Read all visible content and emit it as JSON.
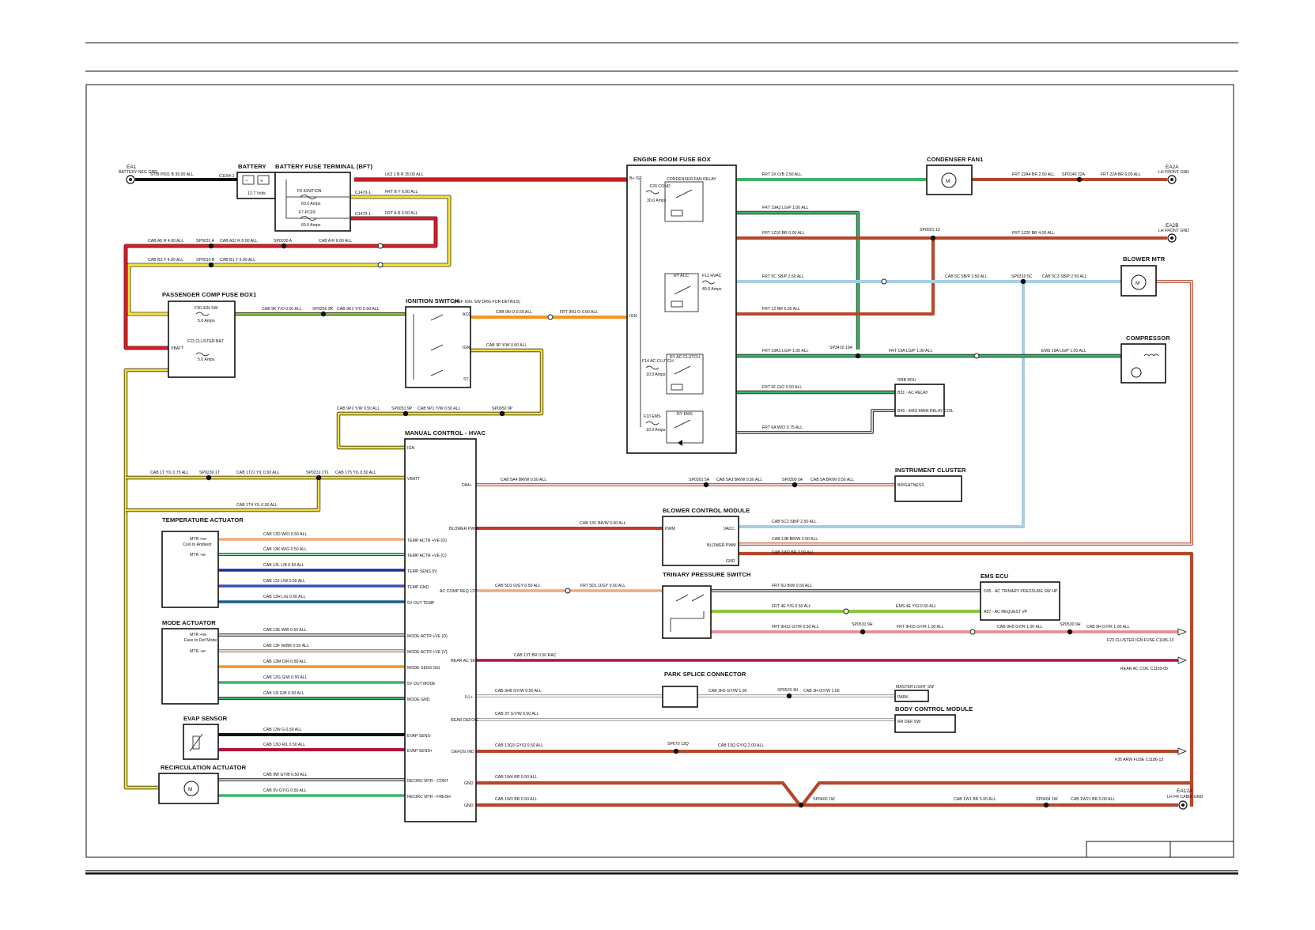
{
  "grounds": {
    "ea1": {
      "ref": "EA1",
      "label": "BATTERY NEG GND"
    },
    "ea2a": {
      "ref": "EA2A",
      "label": "LH FRONT GND"
    },
    "ea2b": {
      "ref": "EA2B",
      "label": "LH FRONT GND"
    },
    "ea12a": {
      "ref": "EA12A",
      "label": "LH FR CABIN GND"
    }
  },
  "components": {
    "battery": {
      "title": "BATTERY",
      "volts": "12.7 Volts",
      "conn": "C1164-1"
    },
    "bft": {
      "title": "BATTERY FUSE TERMINAL (BFT)",
      "f6": "F6 IGNITION",
      "f6_amps": "60.0 Amps",
      "f7": "F7 PCF9",
      "f7_amps": "60.0 Amps",
      "c1": "C1470-1",
      "c2": "C1470-1"
    },
    "engine_fuse_box": {
      "title": "ENGINE ROOM FUSE BOX",
      "f26": "F26 COND",
      "f26_amps": "30.0 Amps",
      "relay1": "CONDENSER FAN RELAY",
      "f12": "F12 HVAC",
      "f12_amps": "40.0 Amps",
      "relay2": "RY ACC",
      "f14": "F14 AC CLUTCH",
      "f14_amps": "10.0 Amps",
      "relay3": "RY AC CLUTCH",
      "f10": "F10 EMS",
      "f10_amps": "10.0 Amps",
      "relay4": "RY EMS",
      "bp": "B+ ISF",
      "ign": "IGN"
    },
    "condenser_fan": {
      "title": "CONDENSER FAN1"
    },
    "blower_motor": {
      "title": "BLOWER MTR"
    },
    "compressor": {
      "title": "COMPRESSOR"
    },
    "pass_fuse_box": {
      "title": "PASSENGER COMP FUSE BOX1",
      "f30": "F30 IGN SW",
      "f30_amps": "5.0 Amps",
      "f23": "F23 CLUSTER BAT",
      "f23_amps": "5.0 Amps",
      "vbatt": "VBATT"
    },
    "ignition_switch": {
      "title": "IGNITION SWITCH",
      "note": "(REF IGN. SW DRG FOR DETAILS)",
      "acc": "ACC",
      "ign": "IGN",
      "st": "ST"
    },
    "manual_control": {
      "title": "MANUAL CONTROL - HVAC"
    },
    "instrument_cluster": {
      "title": "INSTRUMENT CLUSTER",
      "pin": "BRIGHTNESS"
    },
    "blower_control": {
      "title": "BLOWER CONTROL MODULE",
      "pwm": "PWM",
      "vacc": "VACC",
      "blower_pwm": "BLOWER PWM",
      "gnd": "GND"
    },
    "trinary": {
      "title": "TRINARY PRESSURE SWITCH"
    },
    "ems_ecu": {
      "title": "EMS ECU",
      "p1": "D05 - AC TRINARY PRESSURE SW HP",
      "p2": "A57 - AC REQUEST I/P"
    },
    "park_splice": {
      "title": "PARK SPLICE CONNECTOR"
    },
    "body_control": {
      "title": "BODY CONTROL MODULE",
      "pin": "RR DEF SW"
    },
    "temp_actuator": {
      "title": "TEMPERATURE ACTUATOR",
      "mtr1": "MTR +ve",
      "mtr1b": "Cool to Ambient",
      "mtr2": "MTR -ve"
    },
    "mode_actuator": {
      "title": "MODE ACTUATOR",
      "mtr1": "MTR +ve",
      "mtr1b": "Face to Def Mode",
      "mtr2": "MTR -ve"
    },
    "evap_sensor": {
      "title": "EVAP SENSOR"
    },
    "recirc_actuator": {
      "title": "RECIRCULATION ACTUATOR"
    },
    "ems_relay": {
      "title": "RRB RDU",
      "p1": "B31 - AC RELAY",
      "p2": "B45 - EMS MAIN RELAY COIL"
    },
    "master_light": {
      "title": "MASTER LIGHT SW",
      "pin": "PARK"
    }
  },
  "wire_labels": {
    "w1": "ST/B  P501 B 35.00 ALL",
    "w2": "LK3 1  B R 35.00 ALL",
    "w3": "FRT  B Y 6.00 ALL",
    "w4": "FRT  A R 6.00 ALL",
    "w5": "CAB  A5 R 4.00 ALL",
    "w6": "SP0031 A",
    "w7": "CAB  A3J R 6.00 ALL",
    "w8": "SP0030 A",
    "w9": "CAB  A R 6.00 ALL",
    "w10": "CAB  B3 Y 4.00 ALL",
    "w11": "SP0010 B",
    "w12": "CAB  B1 Y 6.00 ALL",
    "w13": "CAB  9K Y/O 0.50 ALL",
    "w14": "SP0260 9K",
    "w15": "CAB  9K1 Y/O 0.50 ALL",
    "w16": "CAB  9N O 0.50 ALL",
    "w17": "FRT  9N1 O 0.50 ALL",
    "w18": "CAB  9P Y/W 0.50 ALL",
    "w19": "CAB  9P2 Y/W 0.50 ALL",
    "w20": "SP0051 9P",
    "w21": "CAB  9P1 Y/W 0.50 ALL",
    "w22": "SP0050 9P",
    "w23": "FRT  3X O/B 2.50 ALL",
    "w24": "FRT  19A2 LG/P 1.00 ALL",
    "w25": "FRT  1Z16 BR 6.00 ALL",
    "w26": "FRT  5C SB/P 2.50 ALL",
    "w27": "FRT  1Z BR 6.00 ALL",
    "w28": "FRT  19A1 LG/P 1.00 ALL",
    "w29": "SP3410 19A",
    "w30": "FRT  6F G/O 0.50 ALL",
    "w31": "FRT  6A W/O 0.75 ALL",
    "w32": "FRT  22A4 BR 2.50 ALL",
    "w33": "SP0140 22A",
    "w34": "FRT  22A BR 6.00 ALL",
    "w35": "SP0001 1Z",
    "w36": "FRT  1Z20 BR 4.00 ALL",
    "w37": "CAB  5C SB/P 2.50 ALL",
    "w38": "SP0310 5C",
    "w39": "CAB  5C3 SB/P 2.50 ALL",
    "w40": "FRT  19A LG/P 1.00 ALL",
    "w41": "EMS  19A LG/P 1.00 ALL",
    "w42": "CAB  1T Y/L 0.75 ALL",
    "w43": "SP0230 1T",
    "w44": "CAB  1T2J Y/L 0.50 ALL",
    "w45": "SP0231 1T1",
    "w46": "CAB  1T5 Y/L 0.50 ALL",
    "w47": "CAB  1T4 Y/L 0.50 ALL",
    "w48": "CAB  5A4 BR/W 0.50 ALL",
    "w49": "SP0301 5A",
    "w50": "CAB  5A3 BR/W 0.50 ALL",
    "w51": "SP0300 5A",
    "w52": "CAB  5A BR/W 0.50 ALL",
    "w53": "CAB  13C BR/W 0.50 ALL",
    "w54": "CAB  5C2 SB/P 2.50 ALL",
    "w55": "CAB  13B BR/W 2.50 ALL",
    "w56": "CAB  1W2 BR 2.50 ALL",
    "w57": "CAB  13D W/O 0.50 ALL",
    "w58": "CAB  13K W/G 0.50 ALL",
    "w59": "CAB  13L L/B 0.50 ALL",
    "w60": "CAB  13J L/W 0.50 ALL",
    "w61": "CAB  13H L/G 0.50 ALL",
    "w62": "CAB  5D1 O/GY 0.50 ALL",
    "w63": "FRT  5D1 O/GY 0.50 ALL",
    "w64": "FRT  6U B/W 0.50 ALL",
    "w65": "FRT  4E Y/G 0.50 ALL",
    "w66": "EMS  4E Y/G 0.50 ALL",
    "w67": "FRT  9H12 GY/R 0.50 ALL",
    "w68": "SP0531 9H",
    "w69": "FRT  9H15 GY/R 1.00 ALL",
    "w70": "CAB  9H5 GY/R 1.00 ALL",
    "w71": "SP0530 9H",
    "w72": "CAB  9H GY/R 1.00 ALL",
    "w73": "CAB  13E W/B 0.50 ALL",
    "w74": "CAB  13F W/BR 0.50 ALL",
    "w75": "CAB  13M O/R 0.50 ALL",
    "w76": "CAB  13G G/W 0.50 ALL",
    "w77": "CAB  13I G/B 0.50 ALL",
    "w78": "CAB  13T BR 0.50 RAC",
    "w79": "CAB  3H8 GY/W 0.50 ALL",
    "w80": "CAB  3H2 GY/W 1.00",
    "w81": "SP0520 3H",
    "w82": "CAB  3H GY/W 1.00",
    "w83": "CAB  3Y GY/W 0.50 ALL",
    "w84": "CAB  13Q3 GY/Q 0.50 ALL",
    "w85": "SP670 13Q",
    "w86": "CAB  13Q GY/Q 2.00 ALL",
    "w87": "CAB  13N G 0.50 ALL",
    "w88": "CAB  13O R/L 0.50 ALL",
    "w89": "CAB  9W GY/B 0.50 ALL",
    "w90": "CAB  9V GY/G 0.50 ALL",
    "w91": "CAB  1W4 BR 0.50 ALL",
    "w92": "CAB  1W3 BR 0.50 ALL",
    "w93": "SP0400 1W",
    "w94": "CAB  1W1 BR 5.00 ALL",
    "w95": "SP0404 1W",
    "w96": "CAB  1W21 BR 5.00 ALL"
  },
  "hvac_pins": {
    "ign": "IGN",
    "vbatt": "VBATT",
    "dim": "DIM+",
    "blower_pwm": "BLOWER PWM",
    "temp_pos": "TEMP ACTR +VE (O)",
    "temp_neg": "TEMP ACTR +VE (C)",
    "temp_sens": "TEMP SENS 5V",
    "temp_gnd": "TEMP GND",
    "temp_fb": "5V OUT TEMP",
    "ac_req": "AC COMP REQ 12V",
    "mode_pos": "MODE ACTR +VE (D)",
    "mode_neg": "MODE ACTR +VE (V)",
    "mode_sens": "MODE SENS SIG",
    "mode_5v": "5V OUT MODE",
    "mode_gnd": "MODE GND",
    "rear_ac": "REAR AC SIG",
    "ill": "ILL+",
    "rear_defog": "REAR DEFOG",
    "defog_ind": "DEFOG IND",
    "evap_sens_n": "EVAP SENS-",
    "evap_sens_p": "EVAP SENS+",
    "recirc_c": "RECIRC MTR - CONT",
    "recirc_f": "RECIRC MTR - FRESH",
    "gnd1": "GND",
    "gnd2": "GND"
  },
  "destinations": {
    "d1": "F23 CLUSTER IGN FUSE C1186-13",
    "d2": "REAR AC COIL C1150-05",
    "d3": "F35 ARW FUSE C1186-13"
  },
  "title_block": {
    "cell1": "",
    "cell2": ""
  },
  "colors": {
    "red": "#e31b23",
    "yellow": "#f4e23a",
    "black": "#111111",
    "brown": "#b5472a",
    "green": "#3fb26a",
    "lightgreen": "#8cc63f",
    "lightblue": "#a9cde6",
    "orange": "#f7941d",
    "pink": "#f3a0a8",
    "navy": "#1e2f8f",
    "teal": "#1b8b8f",
    "grey": "#cfcfcf",
    "crimson": "#b3123c",
    "peach": "#f2a97f"
  }
}
